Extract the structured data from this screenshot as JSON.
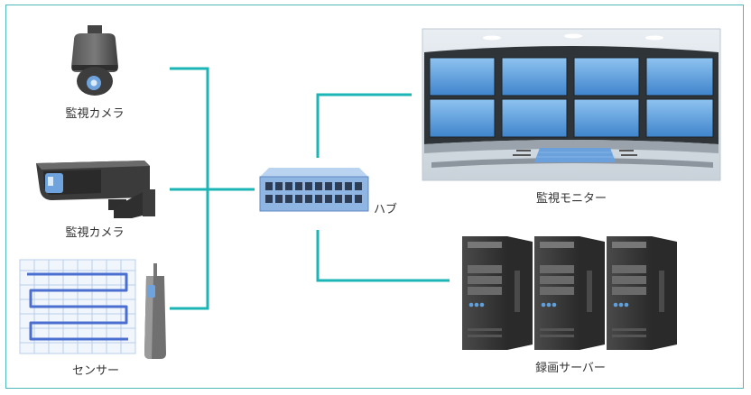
{
  "colors": {
    "frame": "#4fb9b9",
    "connector": "#1bb5b5",
    "label": "#333333",
    "hub_body": "#8fb6e3",
    "screen": "#5f9fdc",
    "server": "#3a3a3a"
  },
  "devices": {
    "camera_dome": {
      "label": "監視カメラ",
      "icon": "dome-camera-icon"
    },
    "camera_box": {
      "label": "監視カメラ",
      "icon": "box-camera-icon"
    },
    "sensor": {
      "label": "センサー",
      "icon": "sensor-icon"
    },
    "hub": {
      "label": "ハブ",
      "icon": "network-hub-icon"
    },
    "monitor_wall": {
      "label": "監視モニター",
      "icon": "monitor-wall-icon"
    },
    "servers": {
      "label": "録画サーバー",
      "icon": "server-tower-icon"
    }
  }
}
